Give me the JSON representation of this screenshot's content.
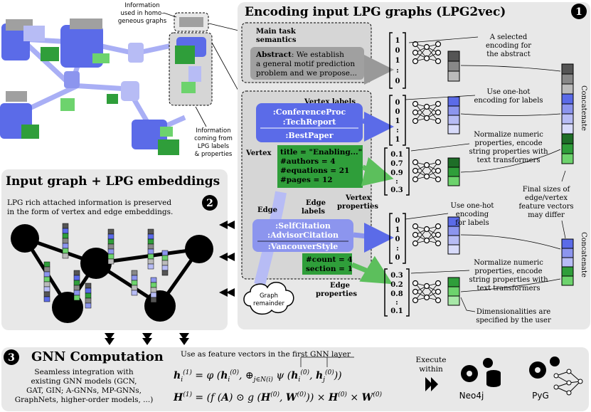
{
  "colors": {
    "panel": "#e8e8e8",
    "blue_dark": "#5b6be8",
    "blue_mid": "#8c95ee",
    "blue_light": "#b7bcf5",
    "green_dark": "#2f9e3a",
    "green_light": "#6dd36d",
    "grey": "#a0a0a0",
    "black": "#000000"
  },
  "top_graph": {
    "info_homogeneous": [
      "Information",
      "used in homo-",
      "geneous graphs"
    ],
    "info_lpg": [
      "Information",
      "coming from",
      "LPG labels",
      "& properties"
    ]
  },
  "encoding": {
    "title": "Encoding input LPG graphs (LPG2vec)",
    "badge": "1",
    "task_label": [
      "Main task",
      "semantics"
    ],
    "abstract_bold": "Abstract",
    "abstract_text": [
      ": We establish",
      "a general motif prediction",
      "problem and we propose..."
    ],
    "vertex_labels_caption": "Vertex labels",
    "vertex_labels": [
      ":ConferenceProc",
      ":TechReport",
      ":BestPaper"
    ],
    "vertex_caption": "Vertex",
    "vertex_props": [
      "title = \"Enabling...\"",
      "#authors = 4",
      "#equations = 21",
      "#pages = 12"
    ],
    "vertex_props_caption": [
      "Vertex",
      "properties"
    ],
    "edge_caption": "Edge",
    "edge_labels_caption": [
      "Edge",
      "labels"
    ],
    "edge_labels": [
      ":SelfCitation",
      ":AdvisorCitation",
      ":VancouverStyle"
    ],
    "edge_props": [
      "#count = 4",
      "section = 1"
    ],
    "edge_props_caption": [
      "Edge",
      "properties"
    ],
    "graph_remainder": [
      "Graph",
      "remainder"
    ],
    "vec_abstract": [
      "1",
      "0",
      "1",
      ":",
      "0"
    ],
    "vec_vlabels": [
      "0",
      "0",
      "1",
      ":",
      "1"
    ],
    "vec_vprops": [
      "0.1",
      "0.7",
      "0.9",
      ":",
      "0.3"
    ],
    "vec_elabels": [
      "0",
      "1",
      "0",
      ":",
      "0"
    ],
    "vec_eprops": [
      "0.3",
      "0.2",
      "0.8",
      ":",
      "0.1"
    ],
    "note_abstract": [
      "A selected",
      "encoding for",
      "the abstract"
    ],
    "note_onehot": [
      "Use one-hot",
      "encoding for labels"
    ],
    "note_normalize": [
      "Normalize numeric",
      "properties, encode",
      "string properties with",
      "text transformers"
    ],
    "note_final": [
      "Final sizes of",
      "edge/vertex",
      "feature vectors",
      "may differ"
    ],
    "note_onehot2": [
      "Use one-hot",
      "encoding",
      "for labels"
    ],
    "note_normalize2": [
      "Normalize numeric",
      "properties, encode",
      "string properties with",
      "text transformers"
    ],
    "note_dims": [
      "Dimensionalities are",
      "specified by the user"
    ],
    "concatenate": "Concatenate"
  },
  "embeddings": {
    "title": "Input graph + LPG embeddings",
    "badge": "2",
    "desc": [
      "LPG rich attached information is preserved",
      "in the form of vertex and edge embeddings."
    ]
  },
  "gnn": {
    "badge": "3",
    "title": "GNN Computation",
    "desc": [
      "Seamless integration with",
      "existing GNN models (GCN,",
      "GAT, GIN; A-GNNs, MP-GNNs,",
      "GraphNets, higher-order models, ...)"
    ],
    "note": "Use as feature vectors in the first GNN layer",
    "execute": [
      "Execute",
      "within"
    ],
    "neo4j": "Neo4j",
    "pyg": "PyG"
  }
}
